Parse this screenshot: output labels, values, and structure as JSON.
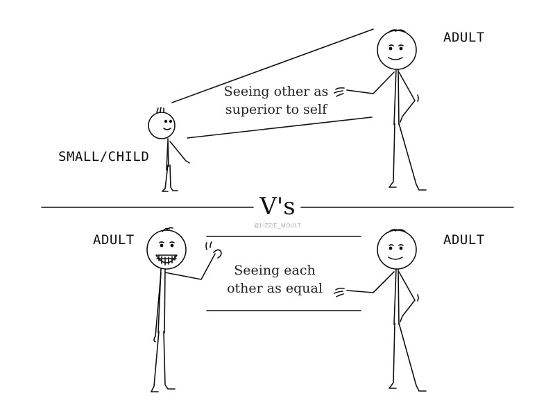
{
  "top": {
    "left_label": "SMALL/CHILD",
    "right_label": "ADULT",
    "caption_line1": "Seeing other as",
    "caption_line2": "superior to self"
  },
  "divider": {
    "text": "V's",
    "credit": "@LIZZIE_MOULT"
  },
  "bottom": {
    "left_label": "ADULT",
    "right_label": "ADULT",
    "caption_line1": "Seeing each",
    "caption_line2": "other as equal"
  },
  "colors": {
    "ink": "#111111",
    "credit": "#aaaaaa",
    "background": "#ffffff"
  }
}
